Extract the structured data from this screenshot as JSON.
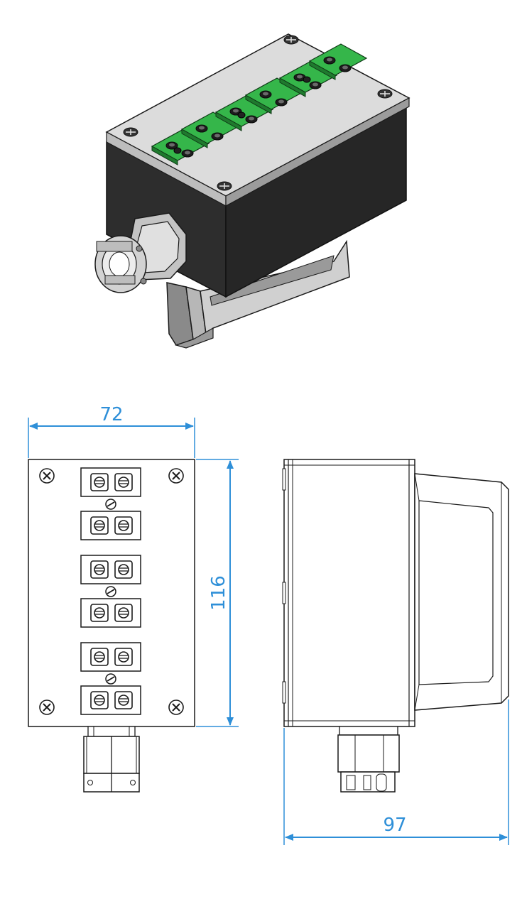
{
  "colors": {
    "dimension": "#2e8fd8",
    "line": "#1a1a1a",
    "housing_dark": "#2b2b2b",
    "lid": "#dcdcdc",
    "connector_green": "#35b64a"
  },
  "isometric_view": {
    "connector_count": 6,
    "screw_icon": "cross-screw-icon"
  },
  "front_view": {
    "width_label": "72",
    "height_label": "116",
    "connector_count": 6
  },
  "side_view": {
    "depth_label": "97"
  }
}
